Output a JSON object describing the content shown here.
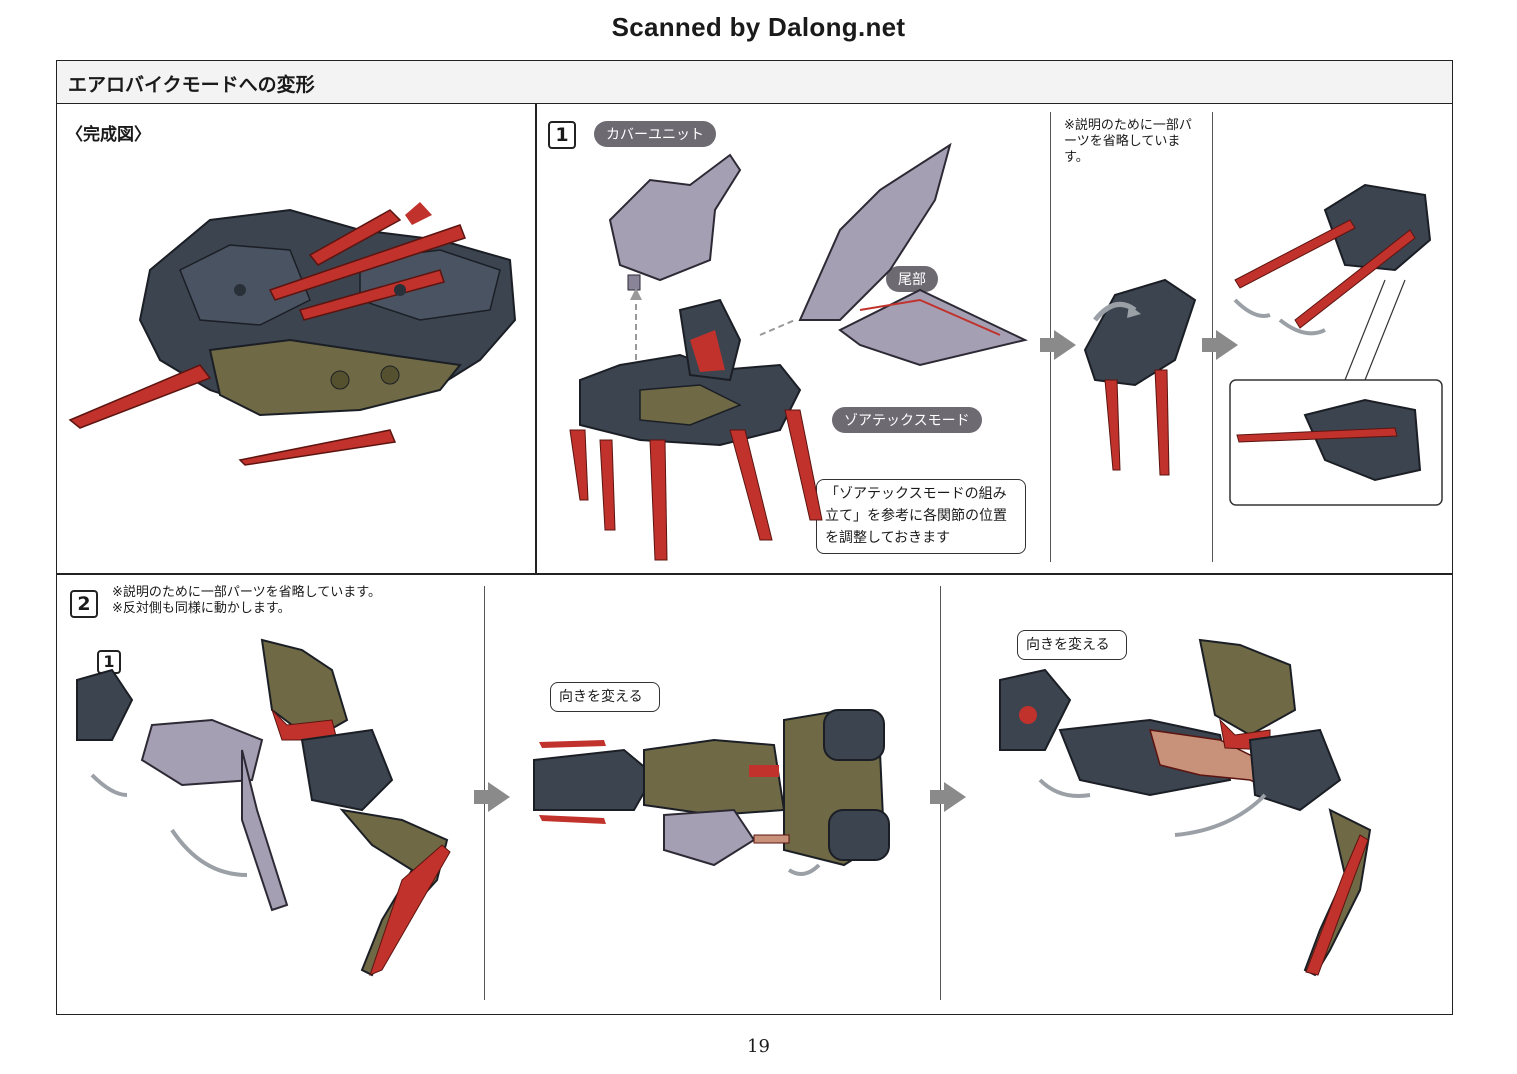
{
  "header": {
    "scan_credit": "Scanned by Dalong.net"
  },
  "section": {
    "title": "エアロバイクモードへの変形"
  },
  "completed": {
    "label": "〈完成図〉"
  },
  "step1": {
    "number": "1",
    "cover_unit_label": "カバーユニット",
    "tail_label": "尾部",
    "zoatex_mode_label": "ゾアテックスモード",
    "callout_text": "「ゾアテックスモードの組み立て」を参考に各関節の位置を調整しておきます",
    "note": "※説明のために一部パーツを省略しています。"
  },
  "step2": {
    "number": "2",
    "note_line1": "※説明のために一部パーツを省略しています。",
    "note_line2": "※反対側も同様に動かします。",
    "sub_number": "1",
    "turn_label_a": "向きを変える",
    "turn_label_b": "向きを変える"
  },
  "footer": {
    "page_number": "19"
  },
  "colors": {
    "armor_dark": "#3c4450",
    "accent_red": "#c0322b",
    "frame_olive": "#6f6a45",
    "part_lilac": "#a59fb3",
    "arrow_gray": "#8a8a8a"
  }
}
